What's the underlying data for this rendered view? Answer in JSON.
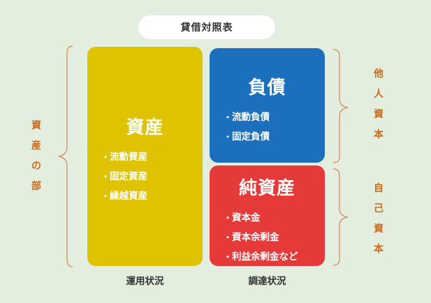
{
  "title": "貸借対照表",
  "colors": {
    "background": "#e3eedf",
    "assets": "#dfc301",
    "liabilities": "#1b6fbd",
    "net_assets": "#e63a3a",
    "label_orange": "#cc6a1c",
    "bracket": "#d2865a"
  },
  "assets": {
    "heading": "資産",
    "items": [
      "流動資産",
      "固定資産",
      "繰越資産"
    ]
  },
  "liabilities": {
    "heading": "負債",
    "items": [
      "流動負債",
      "固定負債"
    ]
  },
  "net_assets": {
    "heading": "純資産",
    "items": [
      "資本金",
      "資本余剰金",
      "利益余剰金など"
    ]
  },
  "side_labels": {
    "left": [
      "資",
      "産",
      "の",
      "部"
    ],
    "right_top": [
      "他",
      "人",
      "資",
      "本"
    ],
    "right_bottom": [
      "自",
      "己",
      "資",
      "本"
    ]
  },
  "bottom_labels": {
    "left": "運用状況",
    "right": "調達状況"
  },
  "bullet_char": "・"
}
